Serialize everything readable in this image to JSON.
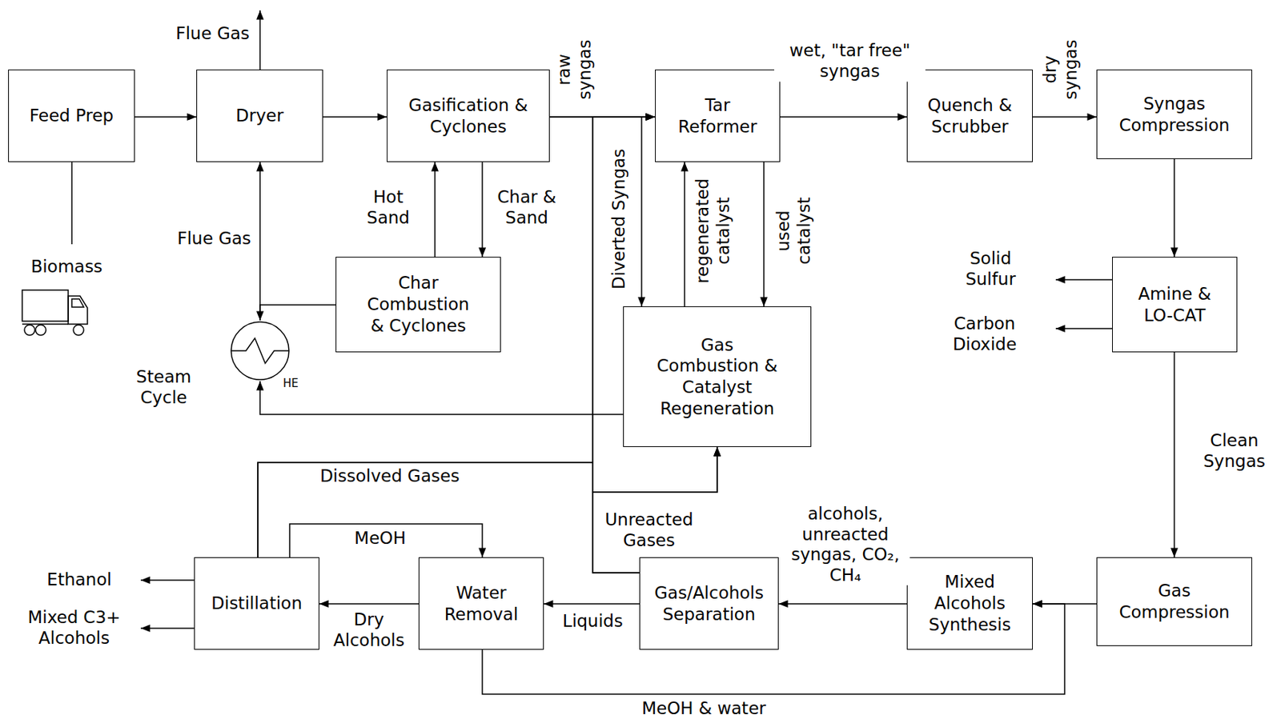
{
  "diagram": {
    "nodes": [
      {
        "text": [
          "Feed Prep"
        ]
      },
      {
        "text": [
          "Dryer"
        ]
      },
      {
        "text": [
          "Gasification & Cyclones"
        ]
      },
      {
        "text": [
          "Tar Reformer"
        ]
      },
      {
        "text": [
          "Quench & Scrubber"
        ]
      },
      {
        "text": [
          "Syngas Compression"
        ]
      },
      {
        "text": [
          "Char Combustion & Cyclones"
        ]
      },
      {
        "text": [
          "HE"
        ]
      },
      {
        "text": [
          "Gas Combustion & Catalyst Regeneration"
        ]
      },
      {
        "text": [
          "Amine & LO-CAT"
        ]
      },
      {
        "text": [
          "Distillation"
        ]
      },
      {
        "text": [
          "Water Removal"
        ]
      },
      {
        "text": [
          "Gas/Alcohols Separation"
        ]
      },
      {
        "text": [
          "Mixed Alcohols Synthesis"
        ]
      },
      {
        "text": [
          "Gas Compression"
        ]
      }
    ],
    "edges": [
      {
        "from": 0,
        "to": 1,
        "arrow": "to"
      },
      {
        "from": 1,
        "to": 2,
        "arrow": "to"
      },
      {
        "from": 2,
        "to": 3,
        "label": "raw syngas",
        "arrow": "to"
      },
      {
        "from": 3,
        "to": 4,
        "label": "wet, \"tar free\" syngas",
        "arrow": "to"
      },
      {
        "from": 4,
        "to": 5,
        "label": "dry syngas",
        "arrow": "to"
      },
      {
        "from": 5,
        "to": 9,
        "arrow": "to"
      },
      {
        "from": 9,
        "to": 14,
        "label": "Clean Syngas",
        "arrow": "to"
      },
      {
        "from": 14,
        "to": 13,
        "arrow": "to"
      },
      {
        "from": 13,
        "to": 12,
        "label": "alcohols, unreacted syngas, CO₂, CH₄",
        "arrow": "to"
      },
      {
        "from": 12,
        "to": 11,
        "label": "Liquids",
        "arrow": "to"
      },
      {
        "from": 11,
        "to": 10,
        "label": "Dry Alcohols",
        "arrow": "to"
      },
      {
        "from": 10,
        "to": 11,
        "label": "MeOH",
        "arrow": "to"
      },
      {
        "from": 11,
        "to": 13,
        "label": "MeOH & water",
        "arrow": "to"
      },
      {
        "from": 2,
        "to": 6,
        "label": "Char & Sand",
        "arrow": "to"
      },
      {
        "from": 6,
        "to": 2,
        "label": "Hot Sand",
        "arrow": "to"
      },
      {
        "from": 6,
        "to": 7,
        "arrow": "to"
      },
      {
        "from": 7,
        "to": 1,
        "label": "Flue Gas",
        "arrow": "to"
      },
      {
        "from": 8,
        "to": 7,
        "arrow": "to"
      },
      {
        "from": 2,
        "to": 8,
        "label": "Diverted Syngas",
        "arrow": "to"
      },
      {
        "from": 8,
        "to": 3,
        "label": "regenerated catalyst",
        "arrow": "to"
      },
      {
        "from": 3,
        "to": 8,
        "label": "used catalyst",
        "arrow": "to"
      },
      {
        "from": 12,
        "to": 8,
        "label": "Unreacted Gases",
        "arrow": "to"
      },
      {
        "from": 12,
        "to": 3,
        "arrow": "to"
      },
      {
        "from": 10,
        "to": 8,
        "label": "Dissolved Gases",
        "arrow": "to"
      },
      {
        "from": 10,
        "to": 3,
        "arrow": "to"
      }
    ],
    "labels": [
      "Flue Gas",
      "Biomass",
      "Steam Cycle",
      "Solid Sulfur",
      "Carbon Dioxide",
      "Ethanol",
      "Mixed C3+ Alcohols"
    ]
  }
}
